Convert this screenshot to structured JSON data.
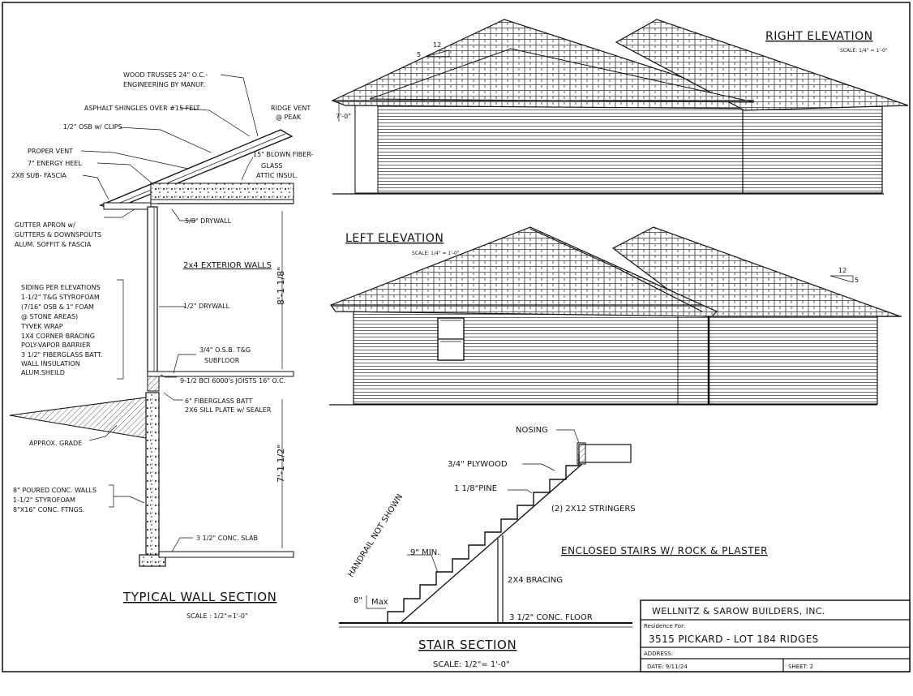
{
  "wall_section": {
    "labels": {
      "trusses": "WOOD TRUSSES 24\" O.C.-",
      "engineering": "ENGINEERING BY MANUF.",
      "shingles": "ASPHALT SHINGLES OVER #15 FELT",
      "osb": "1/2\" OSB w/ CLIPS",
      "ridge_vent": "RIDGE VENT",
      "ridge_vent_2": "@ PEAK",
      "proper_vent": "PROPER VENT",
      "energy_heel": "7\" ENERGY HEEL",
      "sub_fascia": "2X8 SUB- FASCIA",
      "blown_1": "15\" BLOWN FIBER-",
      "blown_2": "GLASS",
      "blown_3": "ATTIC INSUL.",
      "gutter_1": "GUTTER APRON w/",
      "gutter_2": "GUTTERS & DOWNSPOUTS",
      "gutter_3": "ALUM. SOFFIT & FASCIA",
      "drywall_58": "5/8\" DRYWALL",
      "ext_walls": "2x4 EXTERIOR WALLS",
      "siding_lines": [
        "SIDING PER ELEVATIONS",
        "1-1/2\" T&G STYROFOAM",
        "(7/16\" OSB & 1\" FOAM",
        "@ STONE AREAS)",
        "TYVEK WRAP",
        "1X4 CORNER BRACING",
        "POLY-VAPOR BARRIER",
        "3 1/2\" FIBERGLASS BATT.",
        "WALL INSULATION",
        "ALUM.SHEILD"
      ],
      "drywall_12": "1/2\" DRYWALL",
      "subfloor_1": "3/4\" O.S.B. T&G",
      "subfloor_2": "SUBFLOOR",
      "joists": "9-1/2 BCI 6000's JOISTS 16\" O.C.",
      "batt": "6\" FIBERGLASS BATT",
      "sill": "2X6 SILL PLATE w/ SEALER",
      "grade": "APPROX. GRADE",
      "conc_lines": [
        "8\" POURED CONC. WALLS",
        "1-1/2\" STYROFOAM",
        "8\"X16\" CONC. FTNGS."
      ],
      "slab": "3 1/2\" CONC. SLAB",
      "dim_upper": "8'-1 1/8\"",
      "dim_lower": "7'-1 1/2\""
    },
    "title": "TYPICAL WALL SECTION",
    "scale": "SCALE : 1/2\"=1'-0\""
  },
  "right_elevation": {
    "title": "RIGHT ELEVATION",
    "scale": "SCALE: 1/4\" = 1'-0\"",
    "pitch_run": "12",
    "pitch_rise": "5",
    "height_dim": "7'-0\""
  },
  "left_elevation": {
    "title": "LEFT ELEVATION",
    "scale": "SCALE: 1/4\" = 1'-0\"",
    "pitch_run": "12",
    "pitch_rise": "5"
  },
  "stair_section": {
    "nosing": "NOSING",
    "plywood": "3/4\" PLYWOOD",
    "pine": "1 1/8\"PINE",
    "stringers": "(2) 2X12 STRINGERS",
    "handrail": "HANDRAIL NOT SHOWN",
    "min": "9\" MIN.",
    "max_a": "8\"",
    "max_b": "Max",
    "bracing": "2X4 BRACING",
    "floor": "3 1/2\" CONC. FLOOR",
    "enclosed": "ENCLOSED STAIRS W/ ROCK & PLASTER",
    "title": "STAIR SECTION",
    "scale": "SCALE: 1/2\"= 1'-0\""
  },
  "title_block": {
    "company": "WELLNITZ & SAROW BUILDERS, INC.",
    "residence_label": "Residence For:",
    "residence": "3515 PICKARD - LOT 184 RIDGES",
    "address_label": "ADDRESS:",
    "date": "DATE: 9/11/24",
    "sheet": "SHEET: 2"
  }
}
